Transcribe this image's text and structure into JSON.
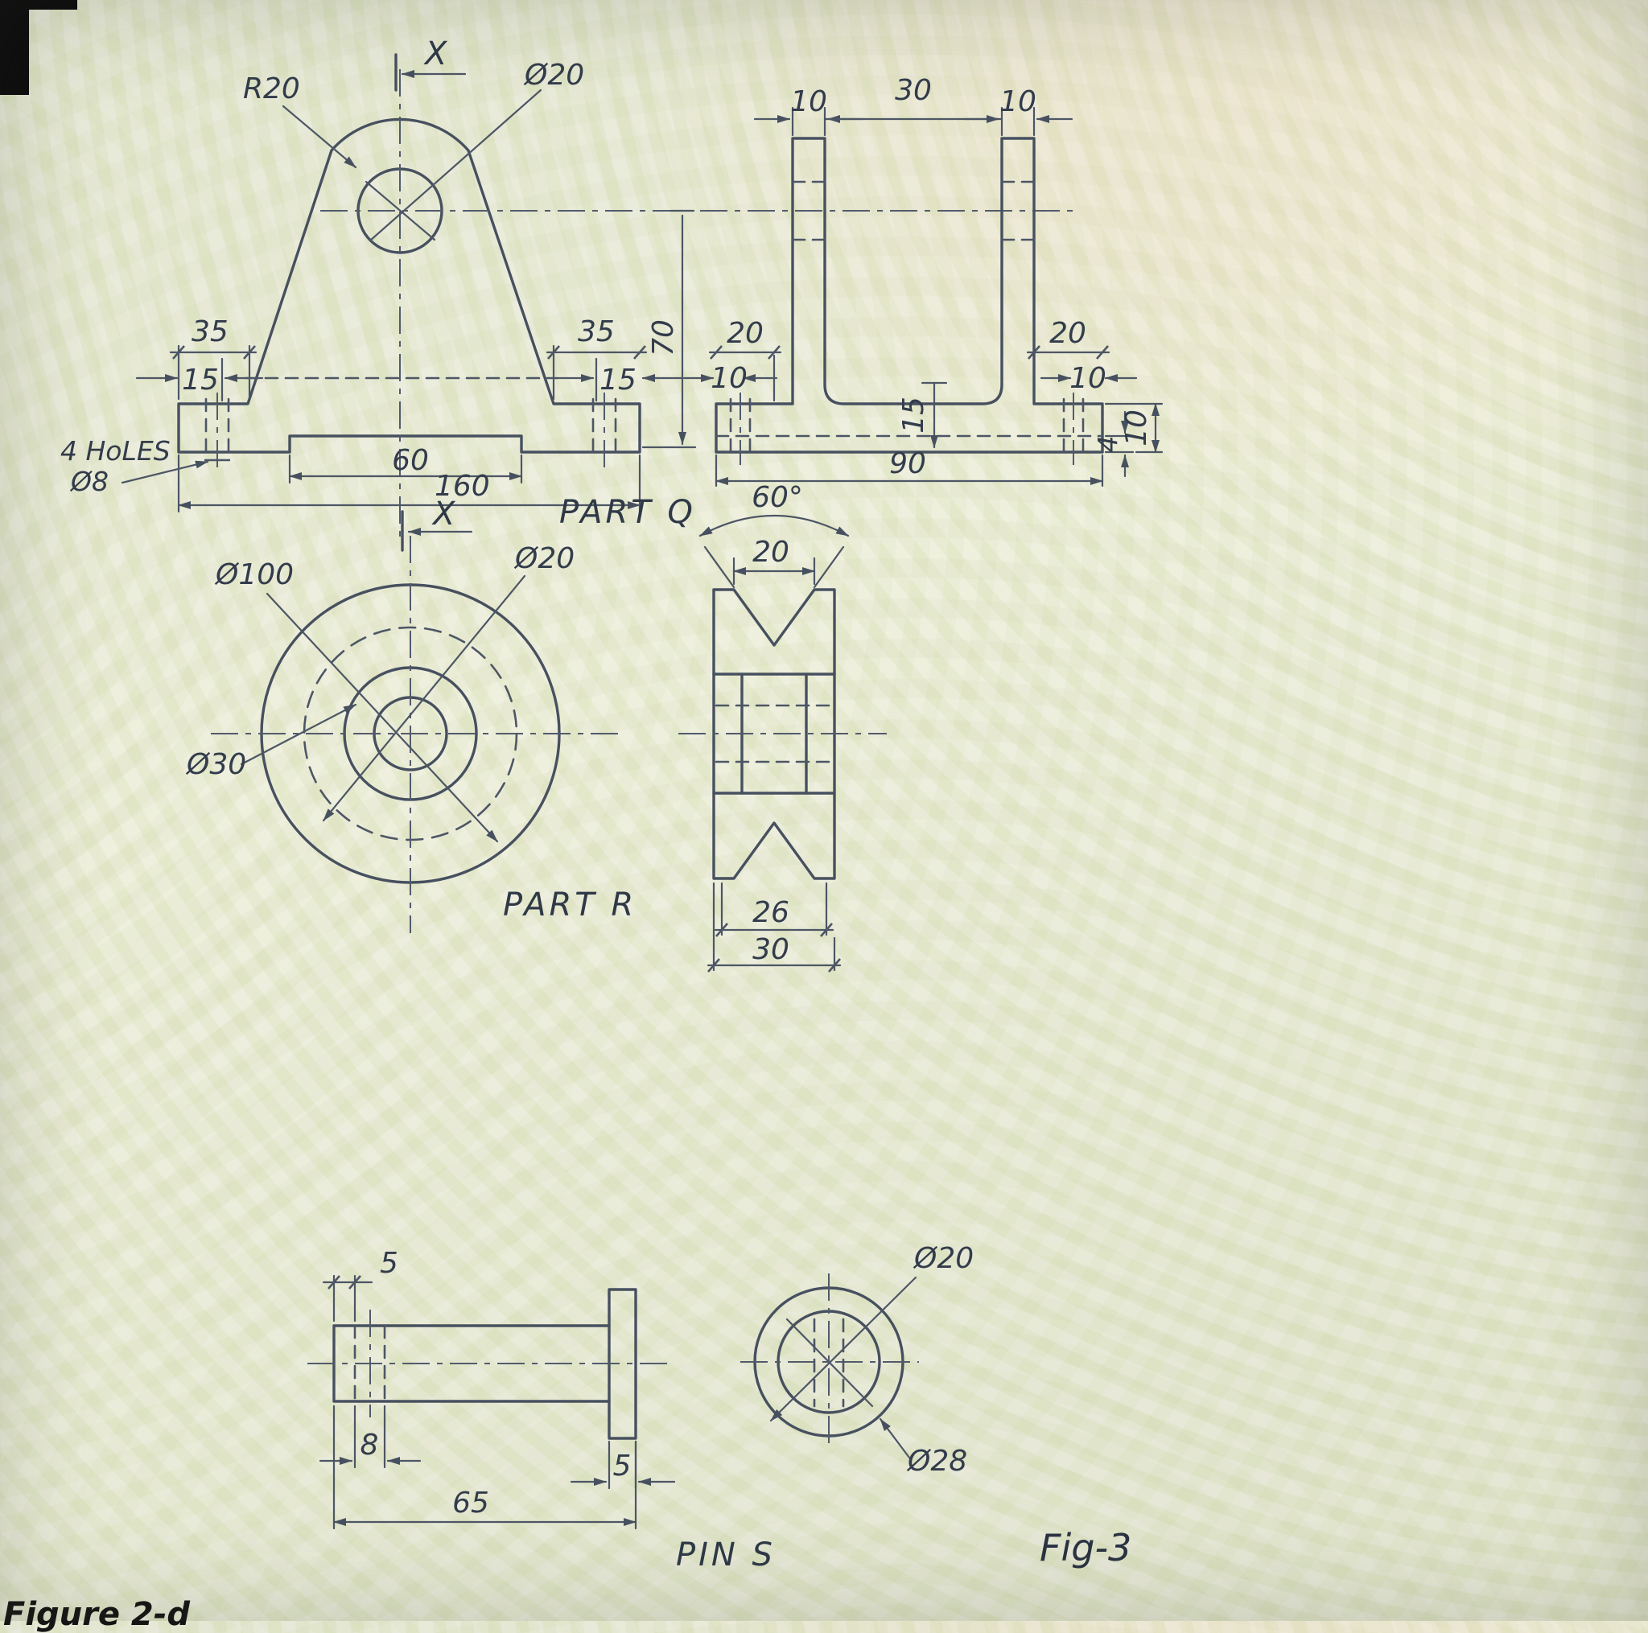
{
  "figure": {
    "caption": "Fig-3",
    "corner_caption": "Figure 2-d"
  },
  "part_q": {
    "title": "PART Q",
    "front": {
      "radius_label": "R20",
      "hole_dia": "Ø20",
      "section_top": "X",
      "section_bottom": "X",
      "dim_35_left": "35",
      "dim_15_left": "15",
      "dim_35_right": "35",
      "dim_15_right": "15",
      "dim_70": "70",
      "dim_60": "60",
      "dim_160": "160",
      "holes_note_1": "4 HoLES",
      "holes_note_2": "Ø8"
    },
    "side": {
      "dim_10_top_left": "10",
      "dim_30_top": "30",
      "dim_10_top_right": "10",
      "dim_20_left": "20",
      "dim_10_left": "10",
      "dim_15_inner": "15",
      "dim_20_right": "20",
      "dim_10_right": "10",
      "dim_4_step": "4",
      "dim_10_base": "10",
      "dim_90": "90"
    }
  },
  "part_r": {
    "title": "PART R",
    "front": {
      "dia_outer": "Ø100",
      "dia_hub": "Ø30",
      "dia_bore": "Ø20"
    },
    "section": {
      "angle": "60°",
      "dim_groove_top": "20",
      "dim_hub": "26",
      "dim_width": "30"
    }
  },
  "pin_s": {
    "title": "PIN S",
    "side": {
      "dim_chamfer": "5",
      "dim_hole": "8",
      "dim_length": "65",
      "dim_head": "5"
    },
    "end": {
      "dia_shank": "Ø20",
      "dia_head": "Ø28"
    }
  }
}
